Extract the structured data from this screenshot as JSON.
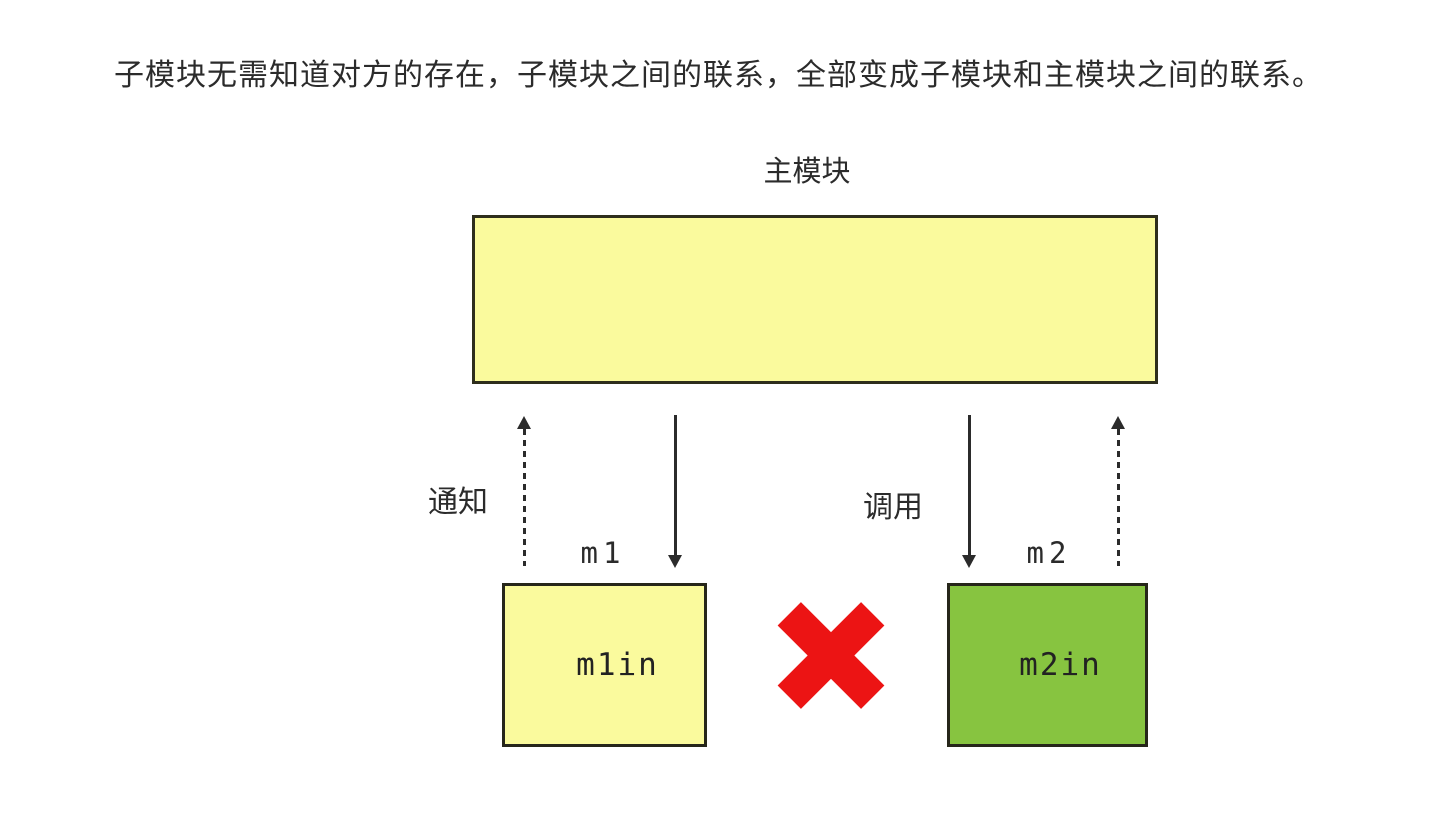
{
  "title": "子模块无需知道对方的存在，子模块之间的联系，全部变成子模块和主模块之间的联系。",
  "main_module": {
    "label": "主模块"
  },
  "links": {
    "notify": {
      "label": "通知",
      "arrow_style": "dashed",
      "direction": "up"
    },
    "call": {
      "label": "调用",
      "arrow_style": "solid",
      "direction": "down"
    }
  },
  "submodules": {
    "m1": {
      "name": "m1",
      "inner_label": "m1in"
    },
    "m2": {
      "name": "m2",
      "inner_label": "m2in"
    }
  },
  "forbidden_mark": {
    "icon": "red-x-cross"
  },
  "colors": {
    "main-fill": "#FAFA9D",
    "sub-yellow": "#FAFA9D",
    "sub-green": "#87C440",
    "red": "#EC1414",
    "border-dark": "#2E2E1C",
    "box-border": "#26261A",
    "arrow": "#2B2B2B",
    "text": "#2B2B2B"
  }
}
